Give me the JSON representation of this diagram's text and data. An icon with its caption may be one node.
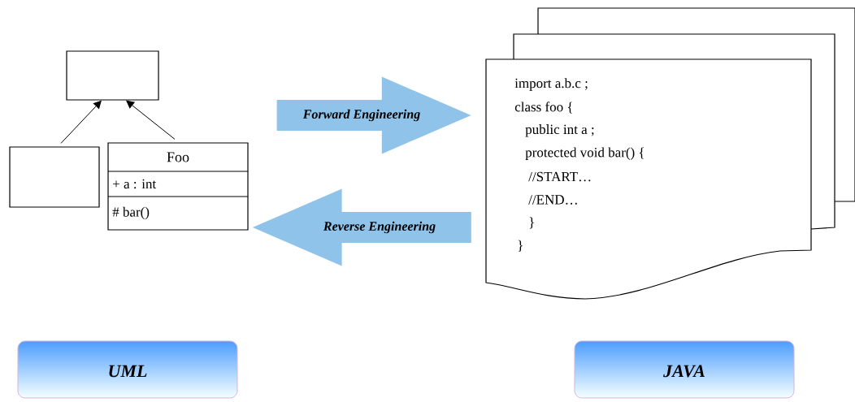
{
  "diagram": {
    "nodes": [
      {
        "text": [],
        "shape": "box"
      },
      {
        "text": [],
        "shape": "box"
      },
      {
        "text": [
          "Foo",
          "+ a : int",
          "# bar()"
        ]
      },
      {
        "text": [
          "import a.b.c ;",
          "class foo {",
          "public int a ;",
          "protected void bar() {",
          "//START…",
          "//END…",
          "}",
          "}"
        ]
      },
      {
        "text": [
          "UML"
        ]
      },
      {
        "text": [
          "JAVA"
        ]
      }
    ],
    "edges": [
      {
        "from": 1,
        "to": 0,
        "arrow": "to"
      },
      {
        "from": 2,
        "to": 0,
        "arrow": "to"
      },
      {
        "from": 2,
        "to": 3,
        "arrow": "to",
        "label": "Forward Engineering",
        "style": "thick",
        "color": "#8fc3ea"
      },
      {
        "from": 3,
        "to": 2,
        "arrow": "to",
        "label": "Reverse Engineering",
        "style": "thick",
        "color": "#8fc3ea"
      }
    ]
  }
}
